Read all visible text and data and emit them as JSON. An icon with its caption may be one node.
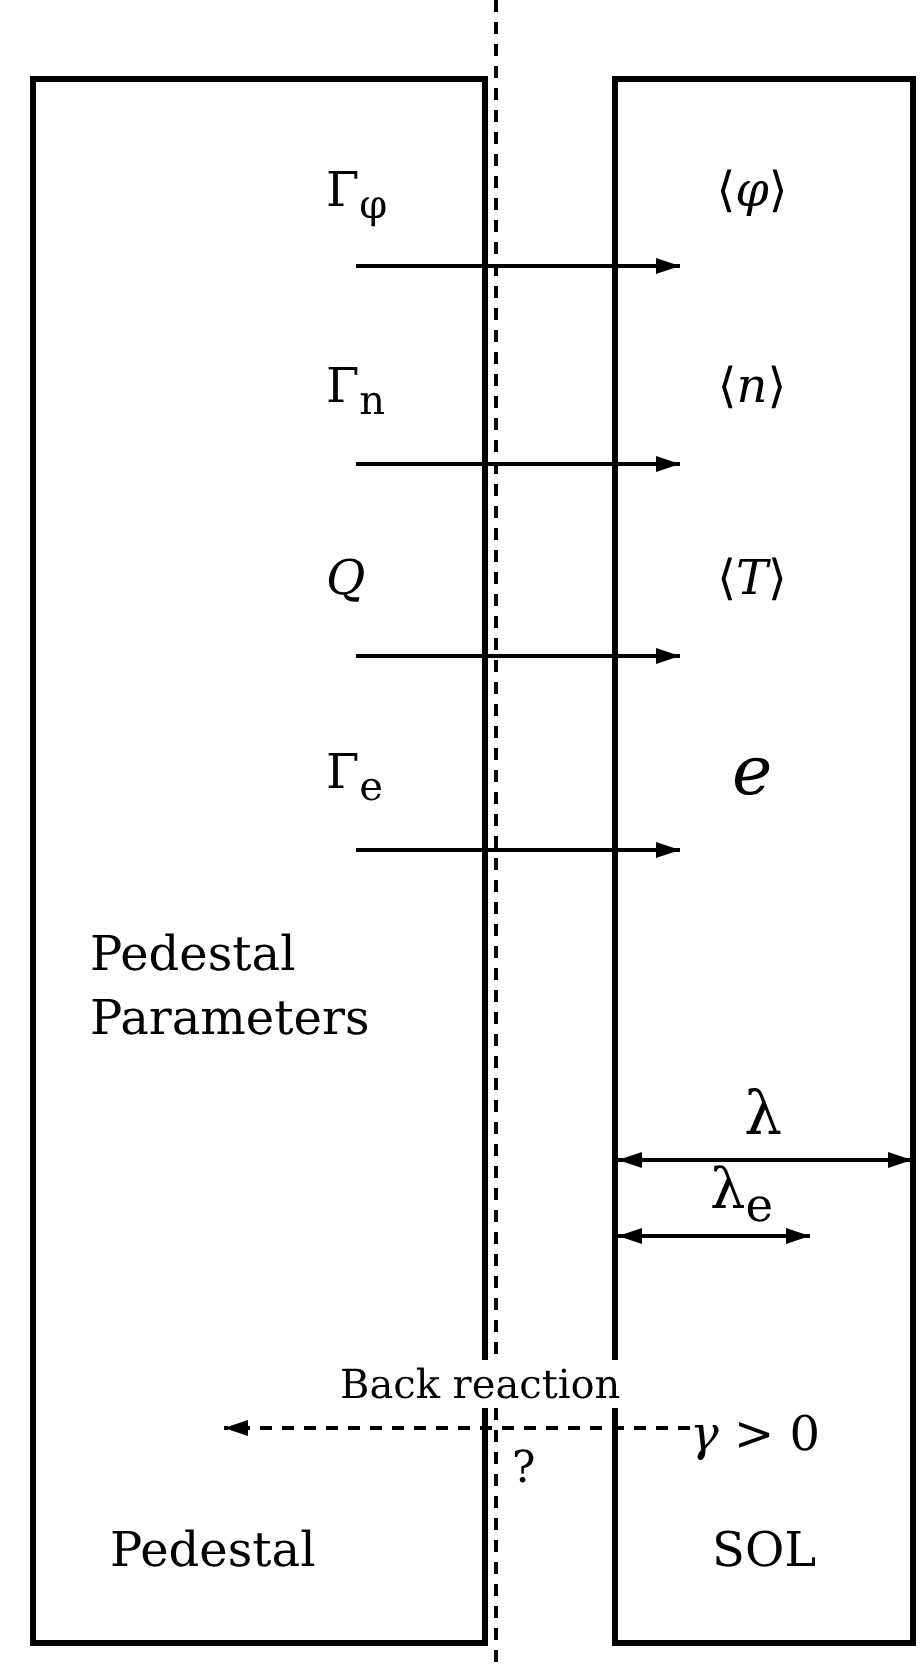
{
  "diagram": {
    "nodes": [
      {
        "text": [
          "Pedestal Parameters",
          "Pedestal"
        ]
      },
      {
        "text": [
          "Γ$_{φ}$"
        ],
        "in": 0
      },
      {
        "text": [
          "Γ$_{n}$"
        ],
        "in": 0
      },
      {
        "text": [
          "*Q*"
        ],
        "in": 0
      },
      {
        "text": [
          "Γ$_{e}$"
        ],
        "in": 0
      },
      {
        "text": [
          "SOL"
        ]
      },
      {
        "text": [
          "⟨*φ*⟩"
        ],
        "in": 5
      },
      {
        "text": [
          "⟨*n*⟩"
        ],
        "in": 5
      },
      {
        "text": [
          "⟨*T*⟩"
        ],
        "in": 5
      },
      {
        "text": [
          "*e*"
        ],
        "in": 5
      },
      {
        "text": [
          "*γ* > 0"
        ],
        "in": 5
      }
    ],
    "edges": [
      {
        "from": 1,
        "to": 6,
        "arrow": "to"
      },
      {
        "from": 2,
        "to": 7,
        "arrow": "to"
      },
      {
        "from": 3,
        "to": 8,
        "arrow": "to"
      },
      {
        "from": 4,
        "to": 9,
        "arrow": "to"
      },
      {
        "from": 10,
        "to": null,
        "arrow": "to",
        "style": "dashed",
        "label": "Back reaction"
      }
    ],
    "labels": [
      "λ",
      "λ$_{e}$",
      "?"
    ]
  }
}
